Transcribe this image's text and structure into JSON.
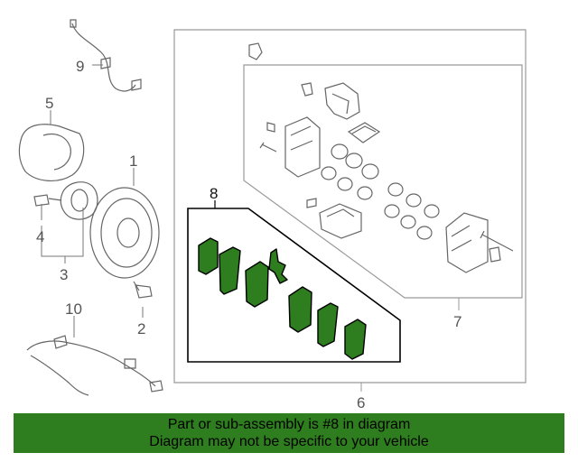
{
  "diagram": {
    "callouts": {
      "c1": "1",
      "c2": "2",
      "c3": "3",
      "c4": "4",
      "c5": "5",
      "c6": "6",
      "c7": "7",
      "c8": "8",
      "c9": "9",
      "c10": "10"
    },
    "highlighted_part": "8",
    "colors": {
      "highlight": "#2e7d1e",
      "line": "#777777",
      "outline": "#000000"
    }
  },
  "banner": {
    "line1": "Part or sub-assembly is #8 in diagram",
    "line2": "Diagram may not be specific to your vehicle"
  }
}
